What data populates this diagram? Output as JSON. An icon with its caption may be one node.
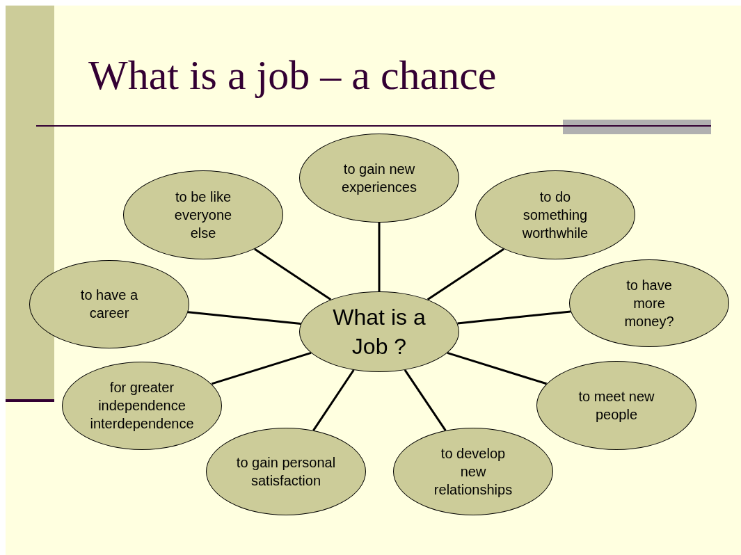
{
  "diagram": {
    "title": "What is a job – a chance",
    "nodes": [
      {
        "text": [
          "What is a  Job ?"
        ]
      },
      {
        "text": [
          "to gain new experiences"
        ]
      },
      {
        "text": [
          "to do something worthwhile"
        ]
      },
      {
        "text": [
          "to have more money?"
        ]
      },
      {
        "text": [
          "to meet new people"
        ]
      },
      {
        "text": [
          "to develop new relationships"
        ]
      },
      {
        "text": [
          "to gain personal satisfaction"
        ]
      },
      {
        "text": [
          "for greater independence interdependence"
        ]
      },
      {
        "text": [
          "to have a career"
        ]
      },
      {
        "text": [
          "to be like everyone else"
        ]
      }
    ],
    "edges": [
      {
        "from": 0,
        "to": 1,
        "arrow": "none"
      },
      {
        "from": 0,
        "to": 2,
        "arrow": "none"
      },
      {
        "from": 0,
        "to": 3,
        "arrow": "none"
      },
      {
        "from": 0,
        "to": 4,
        "arrow": "none"
      },
      {
        "from": 0,
        "to": 5,
        "arrow": "none"
      },
      {
        "from": 0,
        "to": 6,
        "arrow": "none"
      },
      {
        "from": 0,
        "to": 7,
        "arrow": "none"
      },
      {
        "from": 0,
        "to": 8,
        "arrow": "none"
      },
      {
        "from": 0,
        "to": 9,
        "arrow": "none"
      }
    ]
  }
}
